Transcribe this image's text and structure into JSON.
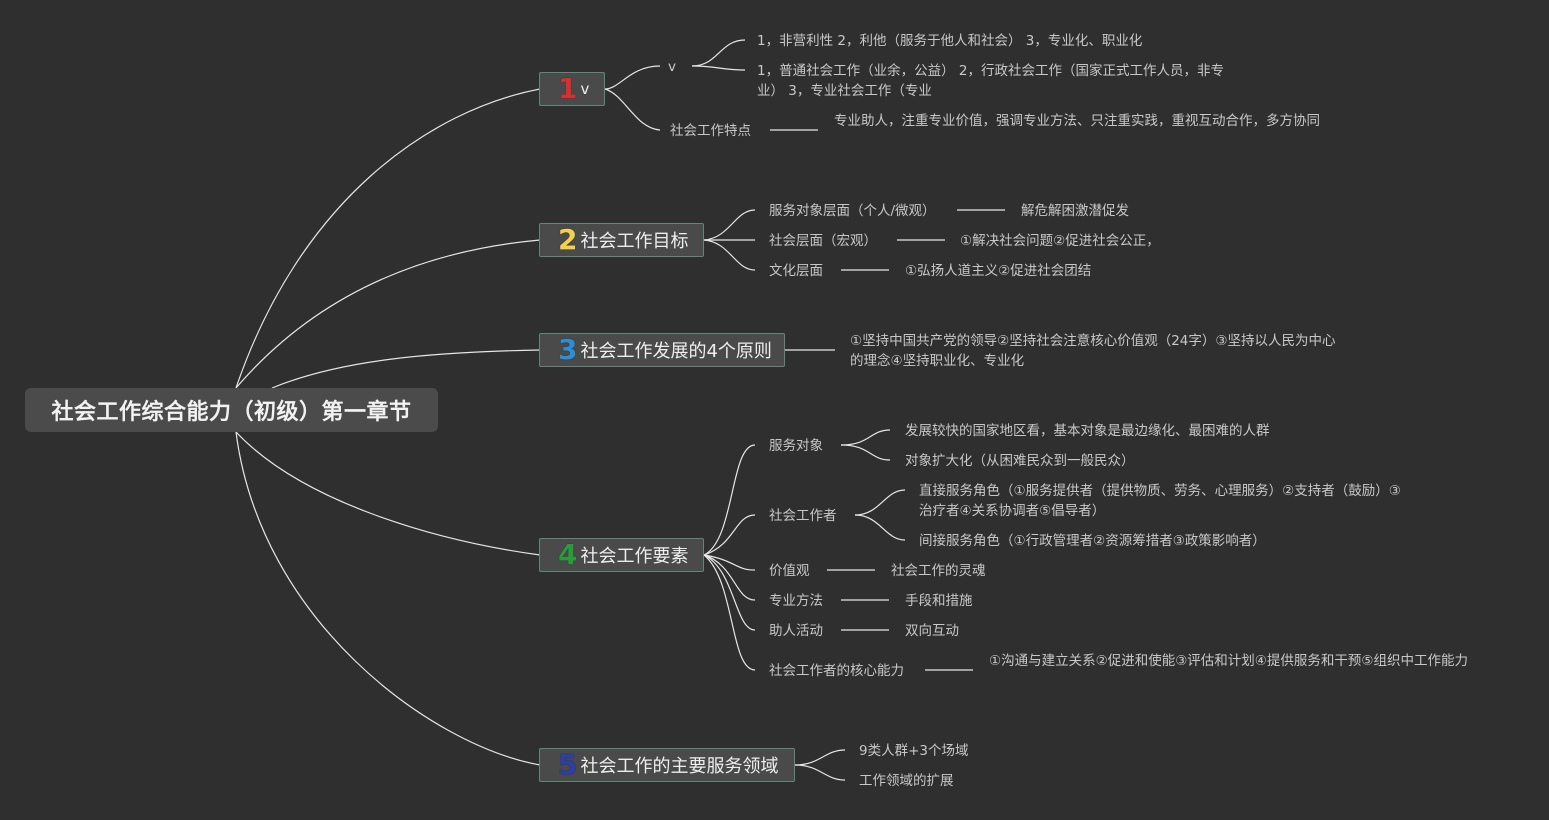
{
  "root": "社会工作综合能力（初级）第一章节",
  "branches": [
    {
      "num": "1",
      "num_color": "#d83030",
      "label": "v",
      "v_node": "v",
      "v_items": [
        "1，非营利性 2，利他（服务于他人和社会） 3，专业化、职业化",
        "1，普通社会工作（业余，公益） 2，行政社会工作（国家正式工作人员，非专业） 3，专业社会工作（专业"
      ],
      "feature_label": "社会工作特点",
      "feature_value": "专业助人，注重专业价值，强调专业方法、只注重实践，重视互动合作，多方协同"
    },
    {
      "num": "2",
      "num_color": "#f2d24a",
      "label": "社会工作目标",
      "items": [
        {
          "label": "服务对象层面（个人/微观）",
          "value": "解危解困激潜促发"
        },
        {
          "label": "社会层面（宏观）",
          "value": "①解决社会问题②促进社会公正，"
        },
        {
          "label": "文化层面",
          "value": "①弘扬人道主义②促进社会团结"
        }
      ]
    },
    {
      "num": "3",
      "num_color": "#2b8fd8",
      "label": "社会工作发展的4个原则",
      "value": "①坚持中国共产党的领导②坚持社会注意核心价值观（24字）③坚持以人民为中心的理念④坚持职业化、专业化"
    },
    {
      "num": "4",
      "num_color": "#2a9a3a",
      "label": "社会工作要素",
      "service": {
        "label": "服务对象",
        "items": [
          "发展较快的国家地区看，基本对象是最边缘化、最困难的人群",
          "对象扩大化（从困难民众到一般民众）"
        ]
      },
      "worker": {
        "label": "社会工作者",
        "items": [
          "直接服务角色（①服务提供者（提供物质、劳务、心理服务）②支持者（鼓励）③治疗者④关系协调者⑤倡导者）",
          "间接服务角色（①行政管理者②资源筹措者③政策影响者）"
        ]
      },
      "pairs": [
        {
          "label": "价值观",
          "value": "社会工作的灵魂"
        },
        {
          "label": "专业方法",
          "value": "手段和措施"
        },
        {
          "label": "助人活动",
          "value": "双向互动"
        },
        {
          "label": "社会工作者的核心能力",
          "value": "①沟通与建立关系②促进和使能③评估和计划④提供服务和干预⑤组织中工作能力"
        }
      ]
    },
    {
      "num": "5",
      "num_color": "#2c3fa8",
      "label": "社会工作的主要服务领域",
      "items": [
        "9类人群+3个场域",
        "工作领域的扩展"
      ]
    }
  ]
}
